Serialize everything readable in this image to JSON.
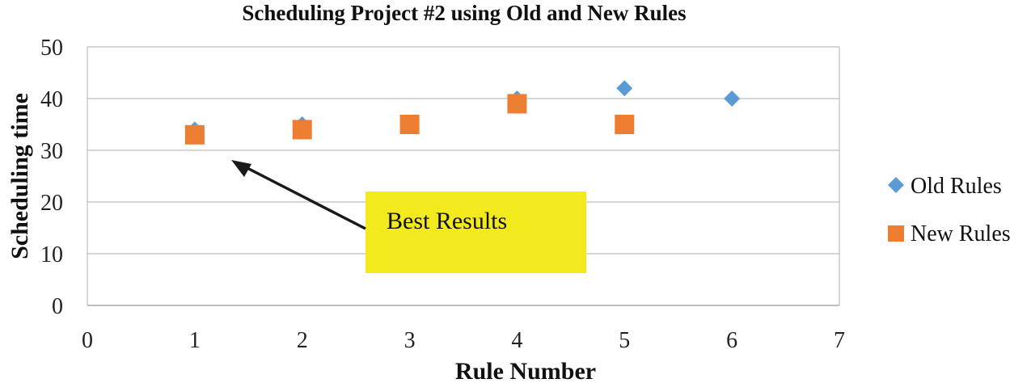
{
  "chart_data": {
    "type": "scatter",
    "title": "Scheduling Project #2 using Old and New Rules",
    "xlabel": "Rule Number",
    "ylabel": "Scheduling time",
    "xlim": [
      0,
      7
    ],
    "ylim": [
      0,
      50
    ],
    "x_ticks": [
      "0",
      "1",
      "2",
      "3",
      "4",
      "5",
      "6",
      "7"
    ],
    "y_ticks": [
      "0",
      "10",
      "20",
      "30",
      "40",
      "50"
    ],
    "grid": true,
    "legend_position": "right",
    "series": [
      {
        "name": "Old Rules",
        "marker": "diamond",
        "color": "#5B9BD5",
        "x": [
          1,
          2,
          3,
          4,
          5,
          6
        ],
        "y": [
          34,
          35,
          35,
          40,
          42,
          40
        ]
      },
      {
        "name": "New Rules",
        "marker": "square",
        "color": "#ED7D31",
        "x": [
          1,
          2,
          3,
          4,
          5
        ],
        "y": [
          33,
          34,
          35,
          39,
          35
        ]
      }
    ],
    "annotation": {
      "text": "Best Results",
      "box_color": "#F2EA1C",
      "points_to": {
        "x": 1.4,
        "y": 28
      }
    }
  }
}
